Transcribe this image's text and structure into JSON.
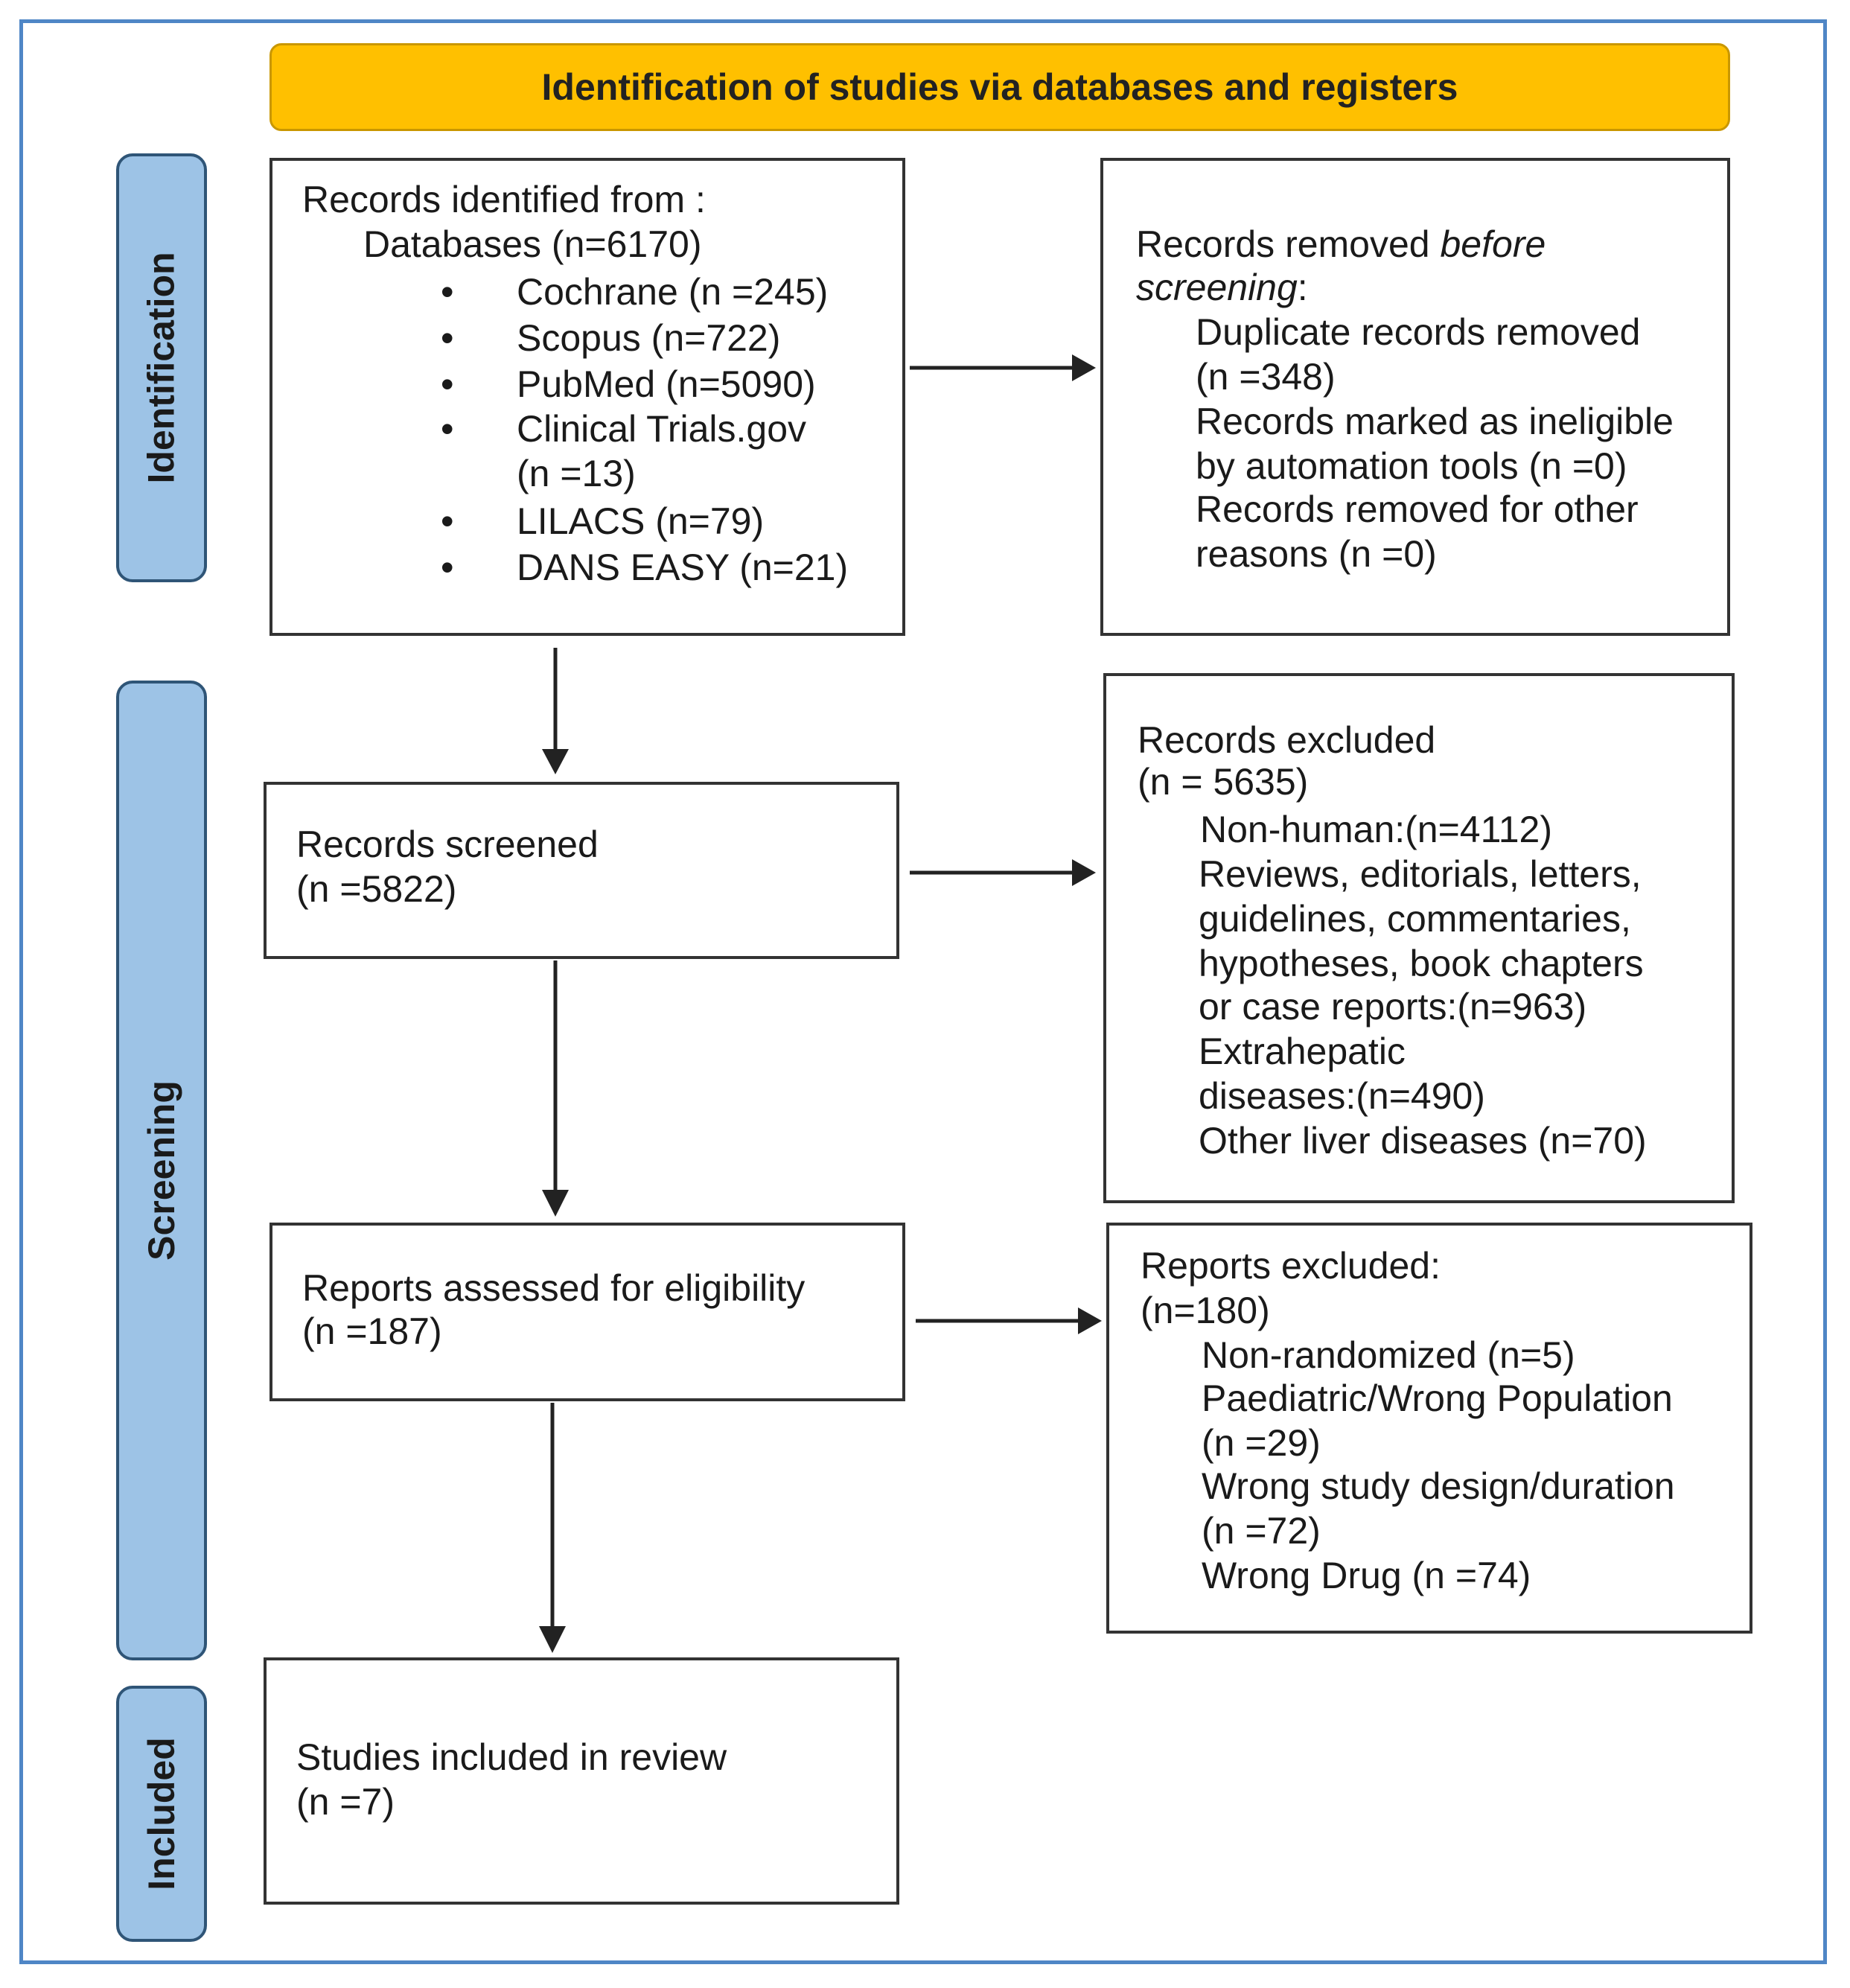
{
  "banner": {
    "title": "Identification of studies via databases and registers"
  },
  "phases": {
    "identification": "Identification",
    "screening": "Screening",
    "included": "Included"
  },
  "identified": {
    "heading": "Records identified from :",
    "databases": "Databases (n=6170)",
    "bullet": "•",
    "sources": [
      "Cochrane (n =245)",
      "Scopus (n=722)",
      "PubMed (n=5090)",
      "Clinical Trials.gov",
      "(n =13)",
      "LILACS (n=79)",
      "DANS EASY (n=21)"
    ]
  },
  "removed": {
    "heading_prefix": "Records removed ",
    "heading_em": "before",
    "heading_em2": "screening",
    "heading_suffix": ":",
    "lines": [
      "Duplicate records removed",
      "(n =348)",
      "Records marked as ineligible",
      "by automation tools (n =0)",
      "Records removed for other",
      "reasons (n =0)"
    ]
  },
  "screened": {
    "label": "Records screened",
    "count": "(n =5822)"
  },
  "excluded_records": {
    "heading": "Records excluded",
    "count": "(n = 5635)",
    "lines": [
      "Non-human:(n=4112)",
      "Reviews, editorials, letters,",
      "guidelines, commentaries,",
      "hypotheses, book chapters",
      "or case reports:(n=963)",
      "Extrahepatic",
      "diseases:(n=490)",
      "Other liver diseases (n=70)"
    ]
  },
  "assessed": {
    "label": "Reports assessed for eligibility",
    "count": "(n =187)"
  },
  "excluded_reports": {
    "heading": "Reports excluded:",
    "count": "(n=180)",
    "lines": [
      "Non-randomized (n=5)",
      "Paediatric/Wrong Population",
      "(n =29)",
      "Wrong study design/duration",
      "(n =72)",
      "Wrong Drug (n =74)"
    ]
  },
  "included": {
    "label": "Studies included in review",
    "count": "(n =7)"
  }
}
